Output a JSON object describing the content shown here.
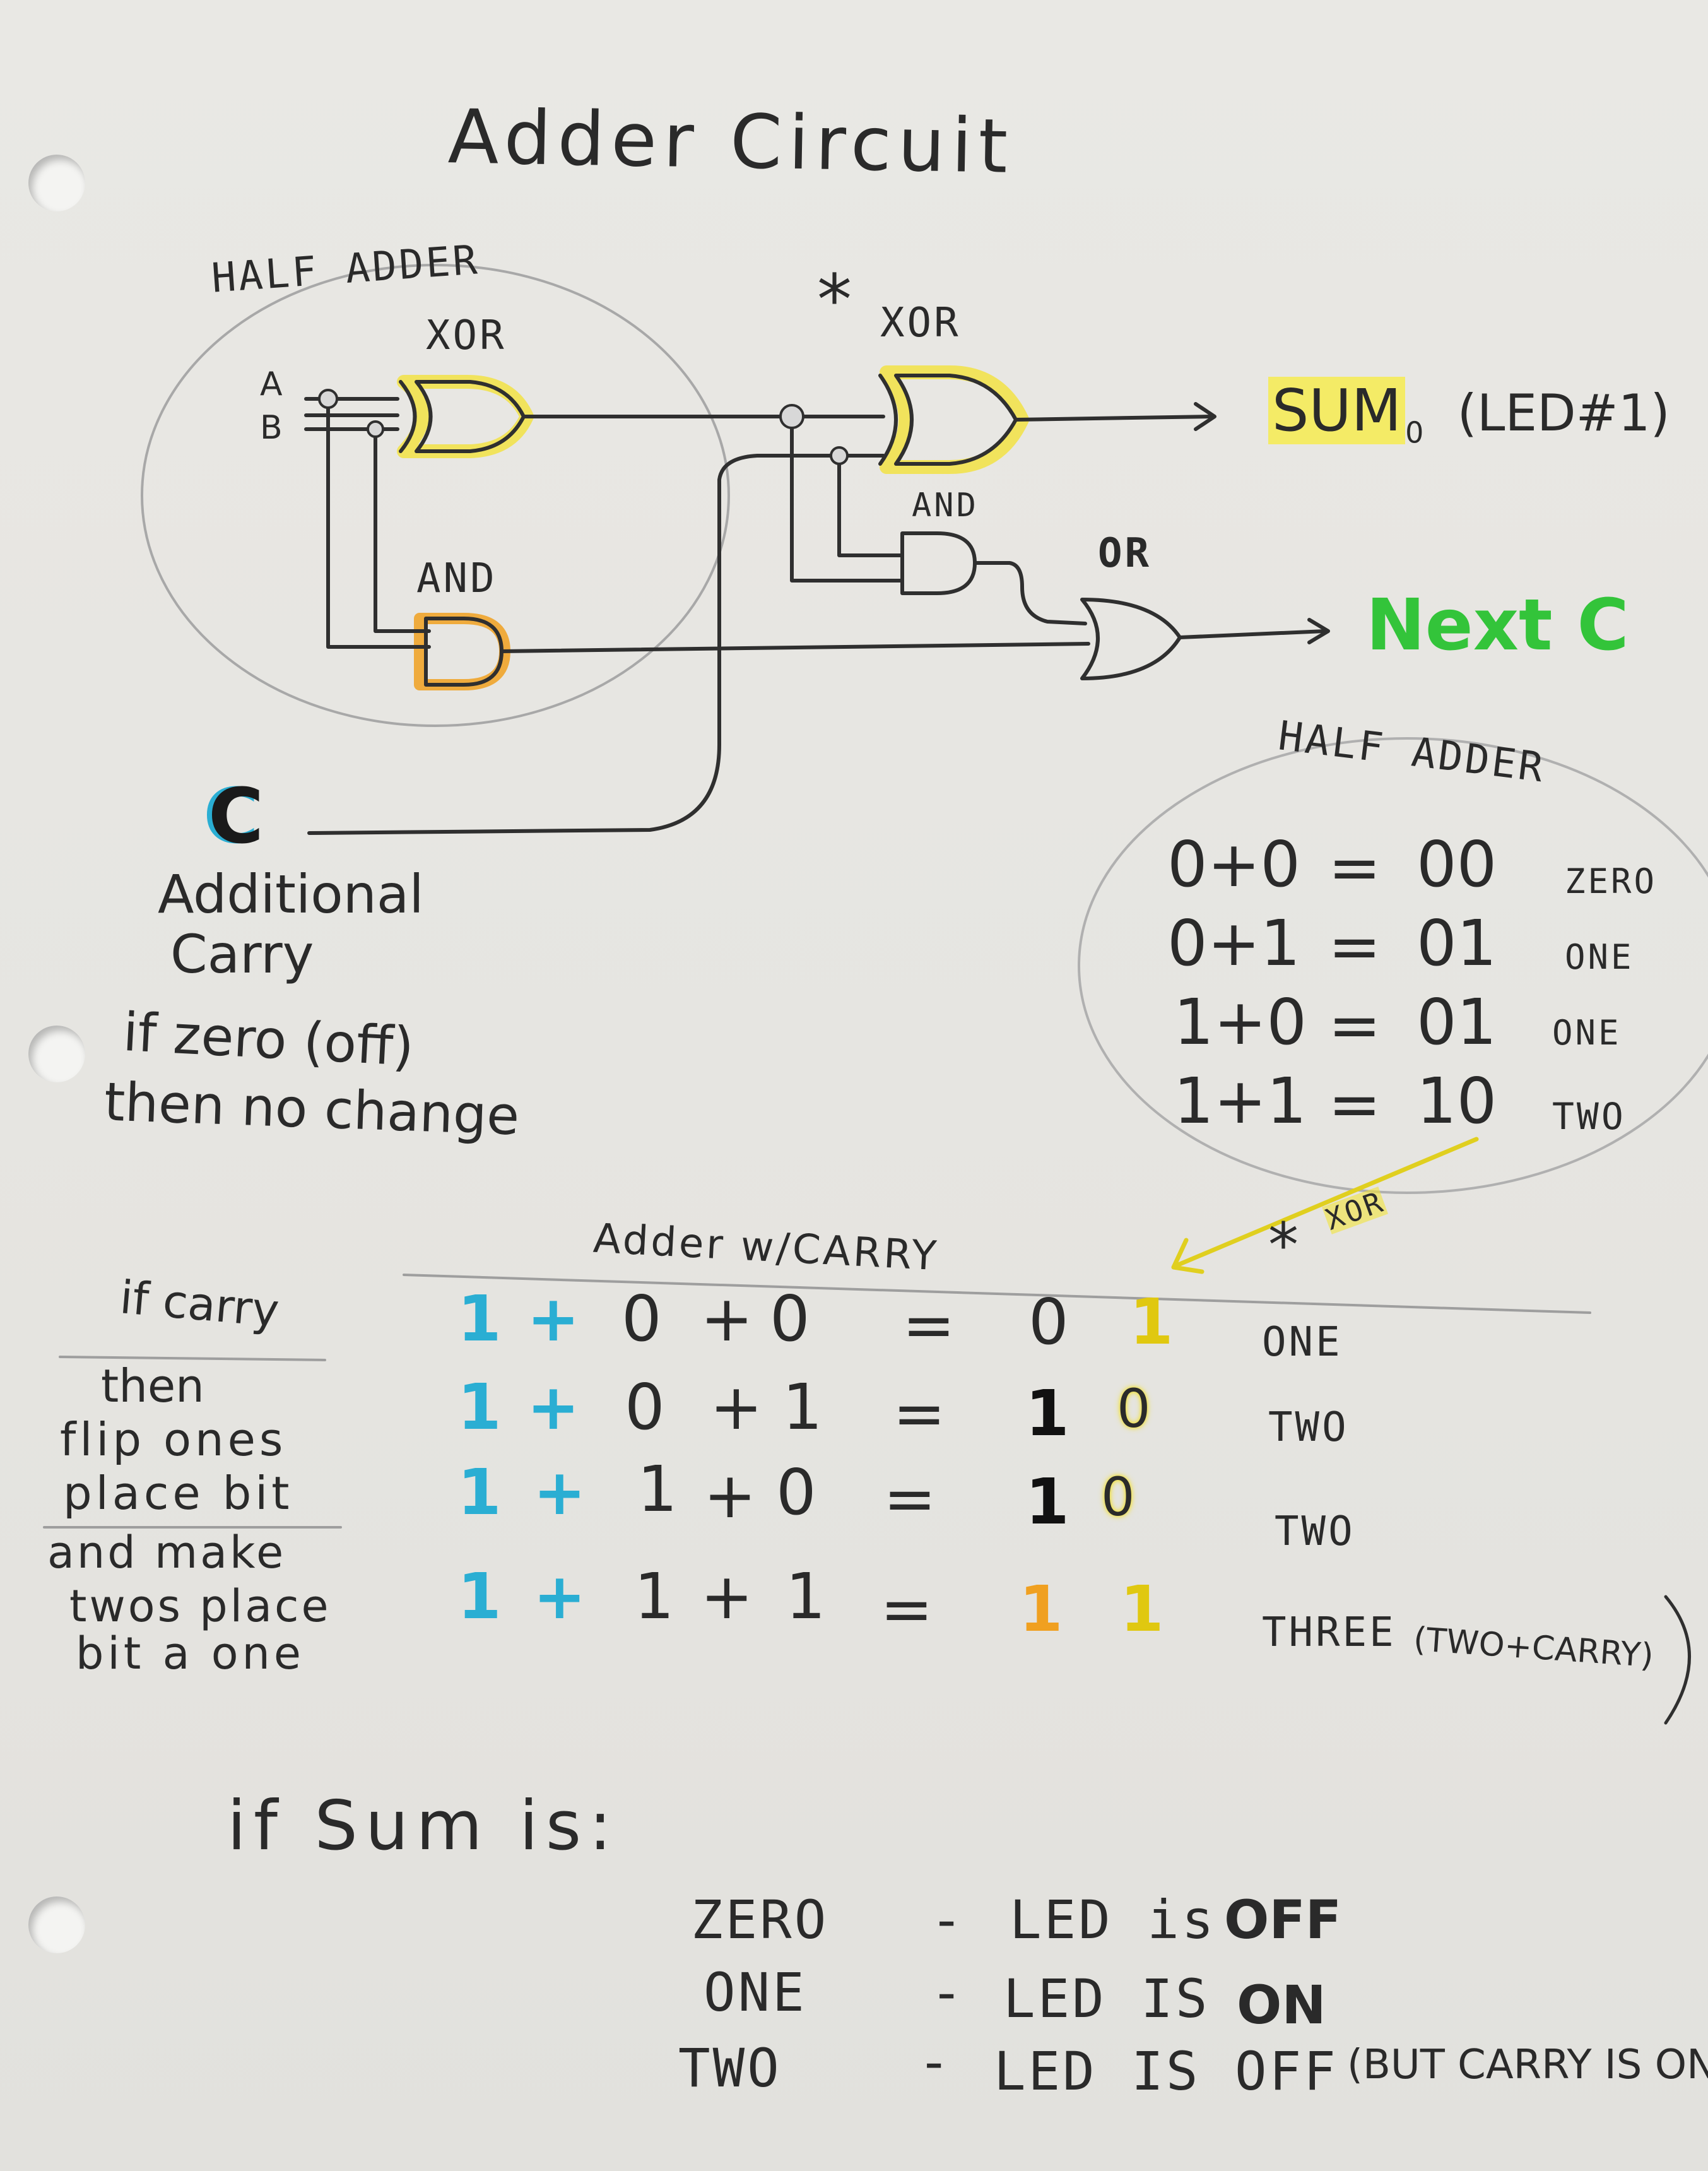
{
  "title": "Adder Circuit",
  "circuit": {
    "half_adder_label": "HALF ADDER",
    "input_a": "A",
    "input_b": "B",
    "xor1_label": "XOR",
    "and1_label": "AND",
    "star": "*",
    "xor2_label": "XOR",
    "and2_label": "AND",
    "or_label": "OR",
    "sum_output": "SUM",
    "sum_subscript": "0",
    "sum_led": "(LED#1)",
    "next_carry": "Next C",
    "carry_input": "C",
    "carry_note_1": "Additional",
    "carry_note_2": "Carry",
    "carry_note_3": "if zero (off)",
    "carry_note_4": "then no change"
  },
  "half_adder_table": {
    "title": "HALF ADDER",
    "rows": [
      {
        "expr": "0+0",
        "eq": "=",
        "result": "00",
        "word": "ZERO"
      },
      {
        "expr": "0+1",
        "eq": "=",
        "result": "01",
        "word": "ONE"
      },
      {
        "expr": "1+0",
        "eq": "=",
        "result": "01",
        "word": "ONE"
      },
      {
        "expr": "1+1",
        "eq": "=",
        "result": "10",
        "word": "TWO"
      }
    ],
    "xor_note_star": "*",
    "xor_note": "XOR"
  },
  "carry_table": {
    "title": "Adder w/CARRY",
    "side_note": [
      "if carry",
      "then",
      "flip ones",
      "place bit",
      "and make",
      "twos place",
      "bit a one"
    ],
    "rows": [
      {
        "carry": "1",
        "plus1": "+",
        "a": "0",
        "plus2": "+",
        "b": "0",
        "eq": "=",
        "twos": "0",
        "ones": "1",
        "word": "ONE",
        "extra": ""
      },
      {
        "carry": "1",
        "plus1": "+",
        "a": "0",
        "plus2": "+",
        "b": "1",
        "eq": "=",
        "twos": "1",
        "ones": "0",
        "word": "TWO",
        "extra": ""
      },
      {
        "carry": "1",
        "plus1": "+",
        "a": "1",
        "plus2": "+",
        "b": "0",
        "eq": "=",
        "twos": "1",
        "ones": "0",
        "word": "TWO",
        "extra": ""
      },
      {
        "carry": "1",
        "plus1": "+",
        "a": "1",
        "plus2": "+",
        "b": "1",
        "eq": "=",
        "twos": "1",
        "ones": "1",
        "word": "THREE",
        "extra": "(TWO+CARRY)"
      }
    ]
  },
  "sum_rules": {
    "heading": "if Sum is:",
    "rows": [
      {
        "name": "ZERO",
        "dash": "-",
        "text": "LED is",
        "state": "OFF",
        "extra": ""
      },
      {
        "name": "ONE",
        "dash": "-",
        "text": "LED IS",
        "state": "ON",
        "extra": ""
      },
      {
        "name": "TWO",
        "dash": "-",
        "text": "LED IS OFF",
        "state": "",
        "extra": "(BUT CARRY IS ON)"
      }
    ]
  },
  "colors": {
    "ink": "#2a2a2a",
    "pencil": "#9a9a9a",
    "yellow": "#f2e23a",
    "orange": "#f0a020",
    "cyan": "#2aaed3",
    "green": "#33c43a"
  }
}
